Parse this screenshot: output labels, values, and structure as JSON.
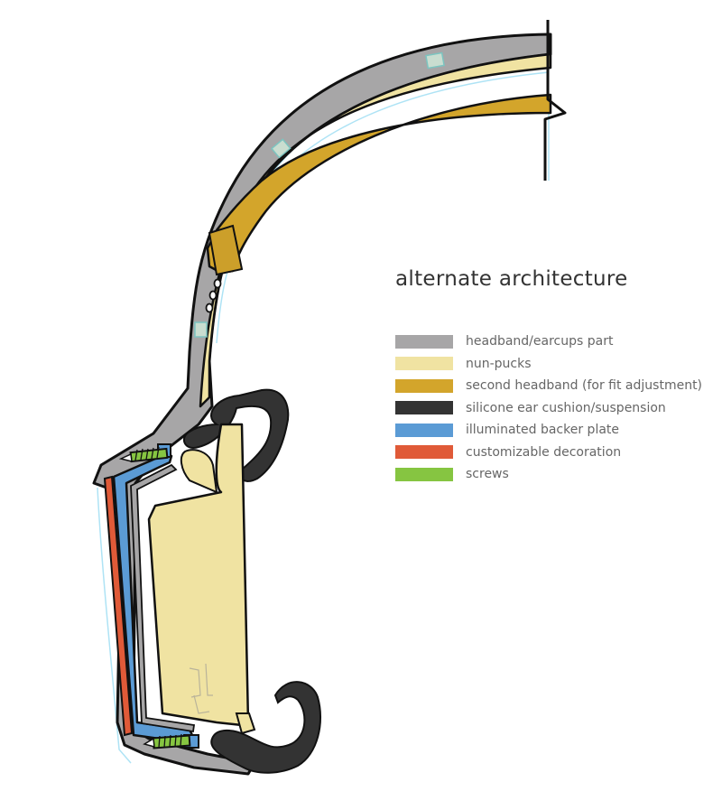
{
  "title": "alternate architecture",
  "legend": [
    {
      "label": "headband/earcups part",
      "color": "#a7a6a7"
    },
    {
      "label": "nun-pucks",
      "color": "#f0e3a2"
    },
    {
      "label": "second headband (for fit adjustment)",
      "color": "#d3a52b"
    },
    {
      "label": "silicone ear cushion/suspension",
      "color": "#333333"
    },
    {
      "label": "illuminated backer plate",
      "color": "#5b9bd5"
    },
    {
      "label": "customizable decoration",
      "color": "#e05a38"
    },
    {
      "label": "screws",
      "color": "#86c541"
    }
  ],
  "colors": {
    "outline": "#111111",
    "light_blue_line": "#aee3f5"
  }
}
